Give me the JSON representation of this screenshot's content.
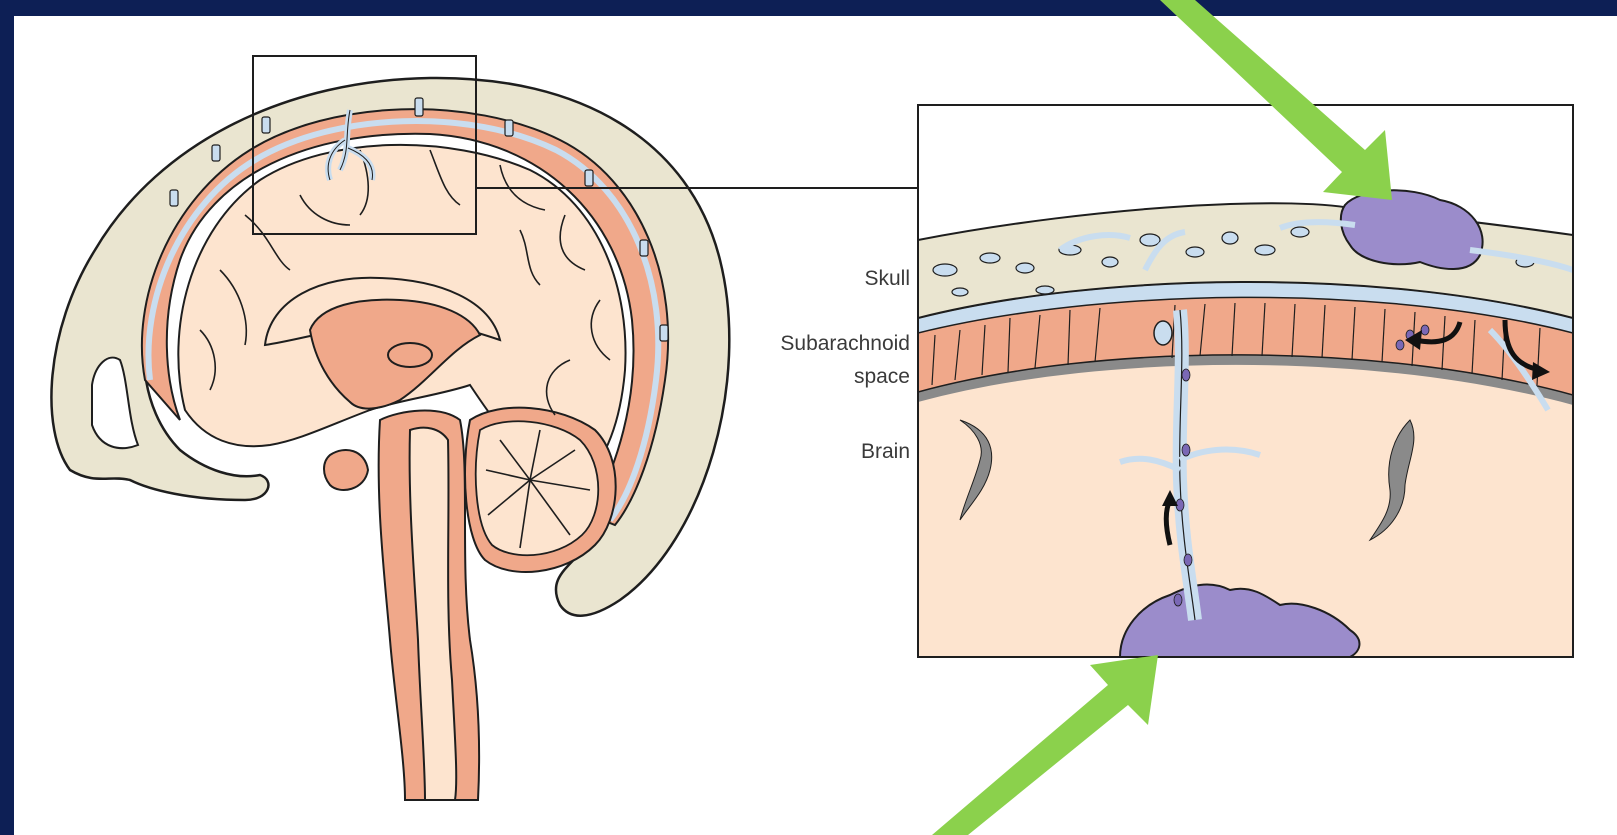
{
  "labels": {
    "skull": "Skull",
    "subarachnoid_line1": "Subarachnoid",
    "subarachnoid_line2": "space",
    "brain": "Brain"
  },
  "colors": {
    "background": "#0d1f55",
    "skull": "#eae5d0",
    "brain": "#fde4cf",
    "meninges": "#f0a88a",
    "csf_vessel": "#c9ddef",
    "tumor": "#9b8ccb",
    "arrow": "#8bd14c"
  },
  "icons": {
    "pointer_arrows": "arrow-icon",
    "flow_arrows": "curved-arrow-icon"
  }
}
